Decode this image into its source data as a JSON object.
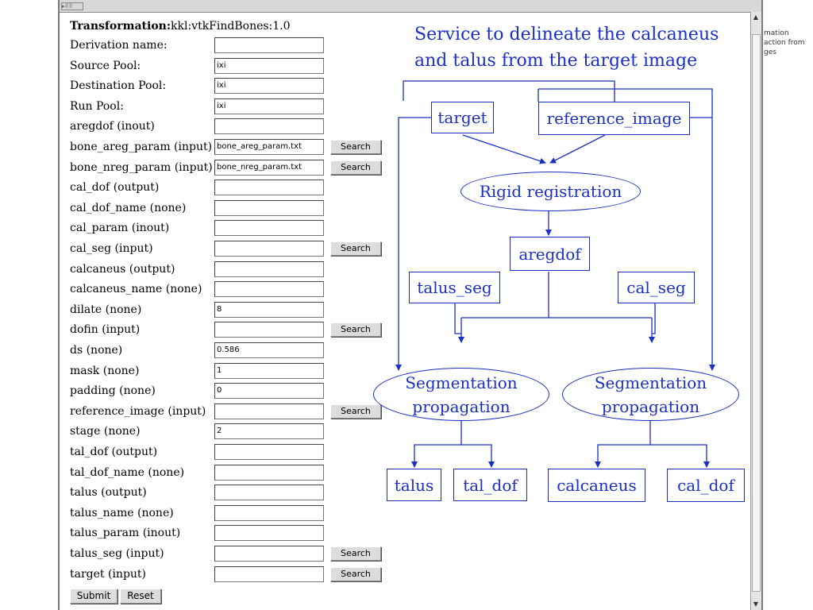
{
  "window": {
    "grip_label": "▸⠿⠿"
  },
  "form": {
    "title_bold": "Transformation:",
    "title_value": "kkl:vtkFindBones:1.0",
    "fields": [
      {
        "label": "Derivation name:",
        "value": "",
        "button": null
      },
      {
        "label": "Source Pool:",
        "value": "ixi",
        "button": null
      },
      {
        "label": "Destination Pool:",
        "value": "ixi",
        "button": null
      },
      {
        "label": "Run Pool:",
        "value": "ixi",
        "button": null
      },
      {
        "label": "aregdof (inout)",
        "value": "",
        "button": null
      },
      {
        "label": "bone_areg_param (input)",
        "value": "bone_areg_param.txt",
        "button": "Search"
      },
      {
        "label": "bone_nreg_param (input)",
        "value": "bone_nreg_param.txt",
        "button": "Search"
      },
      {
        "label": "cal_dof (output)",
        "value": "",
        "button": null
      },
      {
        "label": "cal_dof_name (none)",
        "value": "",
        "button": null
      },
      {
        "label": "cal_param (inout)",
        "value": "",
        "button": null
      },
      {
        "label": "cal_seg (input)",
        "value": "",
        "button": "Search"
      },
      {
        "label": "calcaneus (output)",
        "value": "",
        "button": null
      },
      {
        "label": "calcaneus_name (none)",
        "value": "",
        "button": null
      },
      {
        "label": "dilate (none)",
        "value": "8",
        "button": null
      },
      {
        "label": "dofin (input)",
        "value": "",
        "button": "Search"
      },
      {
        "label": "ds (none)",
        "value": "0.586",
        "button": null
      },
      {
        "label": "mask (none)",
        "value": "1",
        "button": null
      },
      {
        "label": "padding (none)",
        "value": "0",
        "button": null
      },
      {
        "label": "reference_image (input)",
        "value": "",
        "button": "Search"
      },
      {
        "label": "stage (none)",
        "value": "2",
        "button": null
      },
      {
        "label": "tal_dof (output)",
        "value": "",
        "button": null
      },
      {
        "label": "tal_dof_name (none)",
        "value": "",
        "button": null
      },
      {
        "label": "talus (output)",
        "value": "",
        "button": null
      },
      {
        "label": "talus_name (none)",
        "value": "",
        "button": null
      },
      {
        "label": "talus_param (inout)",
        "value": "",
        "button": null
      },
      {
        "label": "talus_seg (input)",
        "value": "",
        "button": "Search"
      },
      {
        "label": "target (input)",
        "value": "",
        "button": "Search"
      }
    ],
    "submit_label": "Submit",
    "reset_label": "Reset"
  },
  "diagram": {
    "title": "Service to delineate the calcaneus and talus from the target image",
    "color": "#1a2fc4",
    "nodes": {
      "target": "target",
      "reference_image": "reference_image",
      "rigid": "Rigid registration",
      "aregdof": "aregdof",
      "talus_seg": "talus_seg",
      "cal_seg": "cal_seg",
      "seg_left": "Segmentation propagation",
      "seg_right": "Segmentation propagation",
      "talus": "talus",
      "tal_dof": "tal_dof",
      "calcaneus": "calcaneus",
      "cal_dof": "cal_dof"
    }
  },
  "sidebar_fragment": {
    "lines": [
      "mation",
      "action from",
      "ges"
    ]
  },
  "scrollbar": {
    "up": "▲",
    "down": "▼"
  }
}
